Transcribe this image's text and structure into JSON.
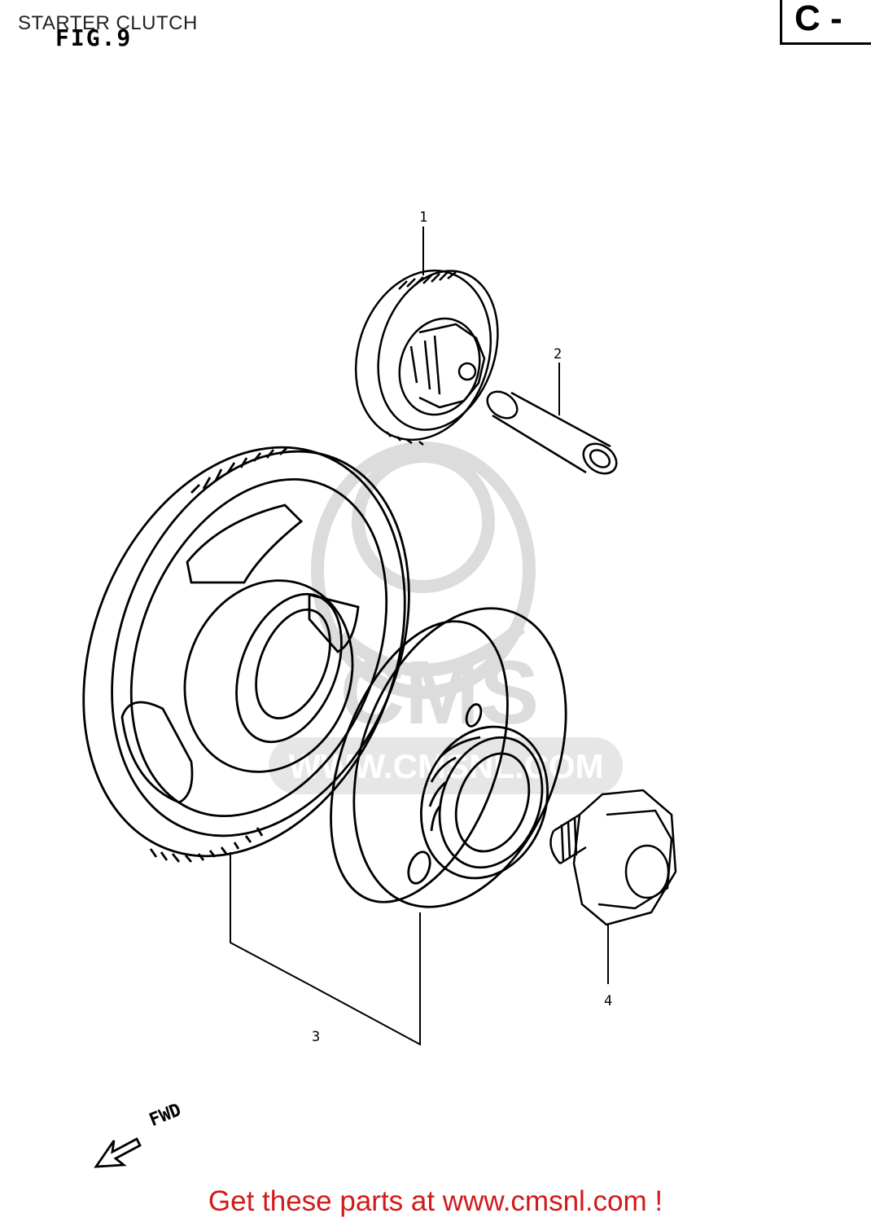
{
  "header": {
    "title": "STARTER CLUTCH",
    "figure": "FIG.9",
    "section": "C -"
  },
  "callouts": [
    "1",
    "2",
    "3",
    "4"
  ],
  "direction_label": "FWD",
  "watermark": {
    "logo_text": "CMS",
    "url_text": "WWW.CMSNL.COM"
  },
  "footer": {
    "text": "Get these parts at www.cmsnl.com !",
    "color": "#d11a1a"
  },
  "colors": {
    "line": "#000000",
    "watermark": "#d9d9d9"
  },
  "icons": [
    "arrow-left-icon"
  ]
}
